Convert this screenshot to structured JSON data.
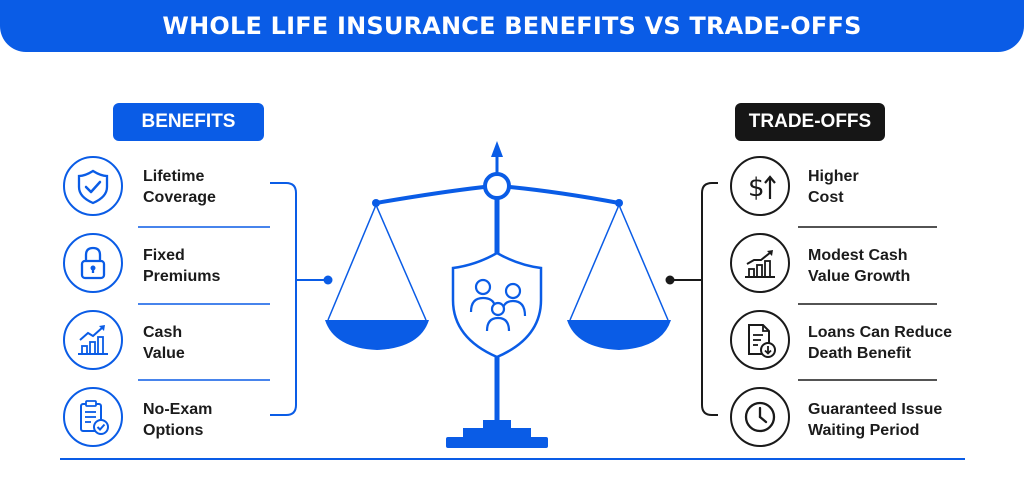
{
  "title": "WHOLE LIFE INSURANCE BENEFITS VS TRADE-OFFS",
  "benefits": {
    "heading": "BENEFITS",
    "items": [
      {
        "line1": "Lifetime",
        "line2": "Coverage",
        "icon": "shield-check-icon"
      },
      {
        "line1": "Fixed",
        "line2": "Premiums",
        "icon": "padlock-icon"
      },
      {
        "line1": "Cash",
        "line2": "Value",
        "icon": "growth-chart-icon"
      },
      {
        "line1": "No-Exam",
        "line2": "Options",
        "icon": "clipboard-check-icon"
      }
    ]
  },
  "tradeoffs": {
    "heading": "TRADE-OFFS",
    "items": [
      {
        "line1": "Higher",
        "line2": "Cost",
        "icon": "dollar-up-icon"
      },
      {
        "line1": "Modest Cash",
        "line2": "Value Growth",
        "icon": "modest-growth-chart-icon"
      },
      {
        "line1": "Loans Can Reduce",
        "line2": "Death Benefit",
        "icon": "document-down-icon"
      },
      {
        "line1": "Guaranteed Issue",
        "line2": "Waiting Period",
        "icon": "clock-icon"
      }
    ]
  },
  "center": {
    "icon": "balance-scale-icon",
    "emblem": "family-shield-icon"
  },
  "colors": {
    "accent": "#0a5ce6",
    "dark": "#161616",
    "text": "#1b1b1b"
  }
}
